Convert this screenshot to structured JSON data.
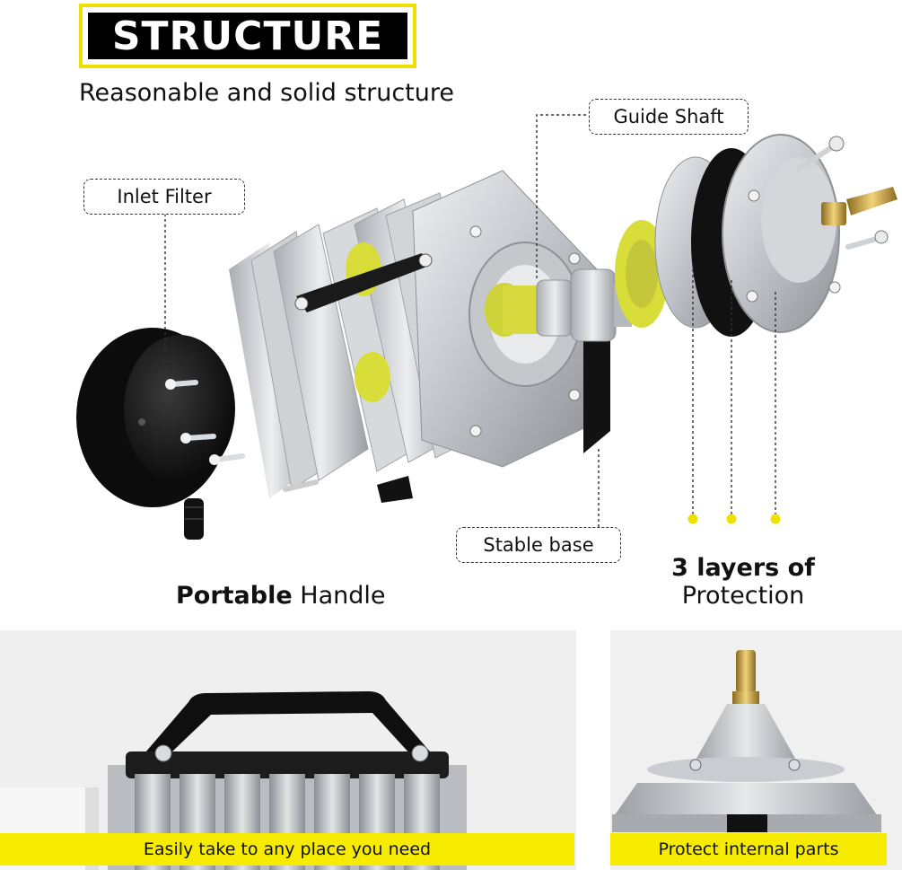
{
  "header": {
    "title": "STRUCTURE",
    "subtitle": "Reasonable and solid structure"
  },
  "callouts": {
    "guide_shaft": "Guide Shaft",
    "inlet_filter": "Inlet Filter",
    "stable_base": "Stable base"
  },
  "features": {
    "portable_bold": "Portable",
    "portable_rest": " Handle",
    "layers_line1": "3 layers of",
    "layers_line2": "Protection"
  },
  "panels": {
    "left_caption": "Easily take to any place you need",
    "right_caption": "Protect internal parts"
  },
  "colors": {
    "accent_yellow": "#f0e000",
    "caption_yellow": "#f7ec00",
    "metal": "#c8cacd",
    "dark": "#111111"
  }
}
